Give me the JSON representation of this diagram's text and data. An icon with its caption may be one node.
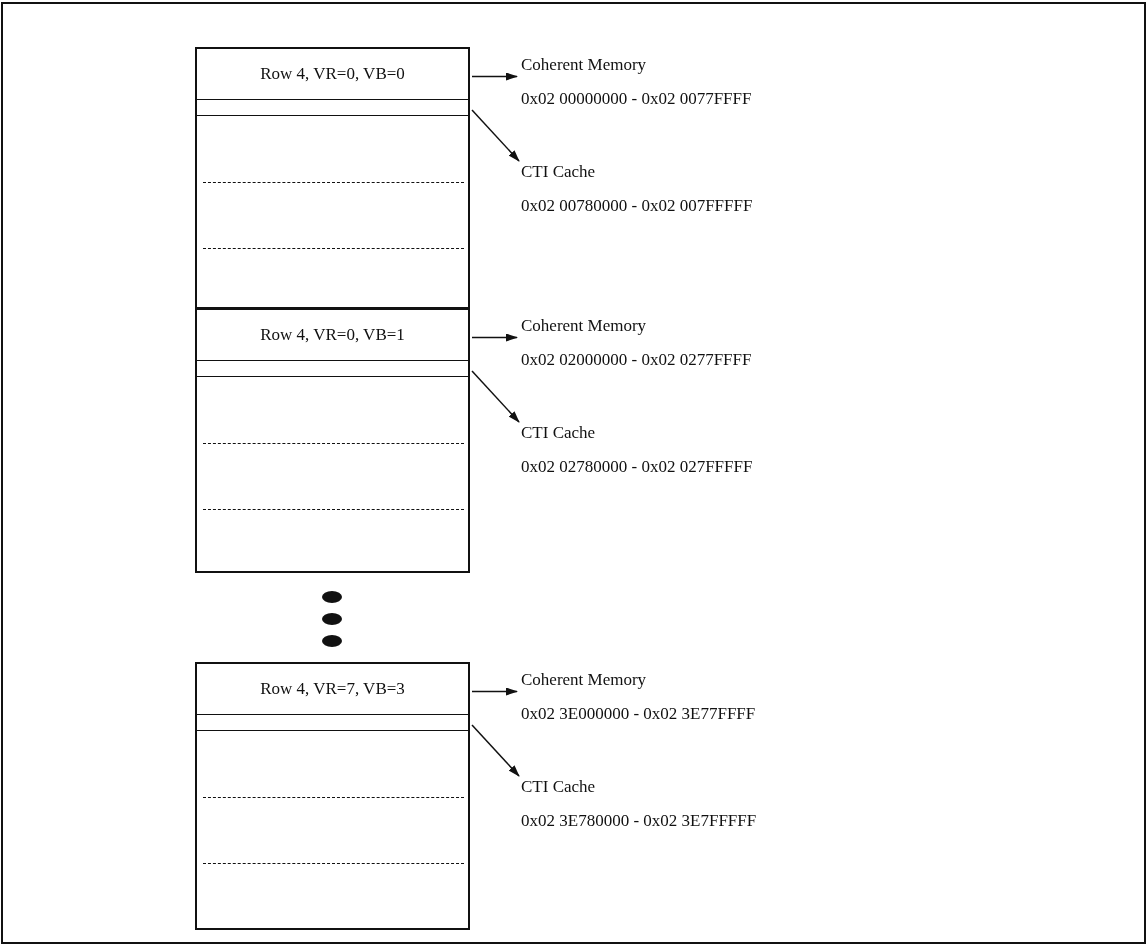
{
  "diagram": {
    "nodes": [
      {
        "text": [],
        "shape": "box"
      },
      {
        "text": [
          "Row 4, VR=0, VB=0"
        ],
        "in": 0
      },
      {
        "text": [],
        "shape": "bar",
        "in": 0
      },
      {
        "text": [
          "Coherent Memory",
          "0x02 00000000 - 0x02 0077FFFF"
        ]
      },
      {
        "text": [
          "CTI Cache",
          "0x02 00780000 - 0x02 007FFFFF"
        ]
      },
      {
        "text": [],
        "shape": "box"
      },
      {
        "text": [
          "Row 4, VR=0, VB=1"
        ],
        "in": 5
      },
      {
        "text": [],
        "shape": "bar",
        "in": 5
      },
      {
        "text": [
          "Coherent Memory",
          "0x02 02000000 - 0x02 0277FFFF"
        ]
      },
      {
        "text": [
          "CTI Cache",
          "0x02 02780000 - 0x02 027FFFFF"
        ]
      },
      {
        "text": [],
        "shape": "box"
      },
      {
        "text": [
          "Row 4, VR=7, VB=3"
        ],
        "in": 10
      },
      {
        "text": [],
        "shape": "bar",
        "in": 10
      },
      {
        "text": [
          "Coherent Memory",
          "0x02 3E000000 - 0x02 3E77FFFF"
        ]
      },
      {
        "text": [
          "CTI Cache",
          "0x02 3E780000 - 0x02 3E7FFFFF"
        ]
      }
    ],
    "edges": [
      {
        "from": 1,
        "to": 3,
        "arrow": "to"
      },
      {
        "from": 2,
        "to": 4,
        "arrow": "to"
      },
      {
        "from": 6,
        "to": 8,
        "arrow": "to"
      },
      {
        "from": 7,
        "to": 9,
        "arrow": "to"
      },
      {
        "from": 11,
        "to": 13,
        "arrow": "to"
      },
      {
        "from": 12,
        "to": 14,
        "arrow": "to"
      }
    ]
  }
}
